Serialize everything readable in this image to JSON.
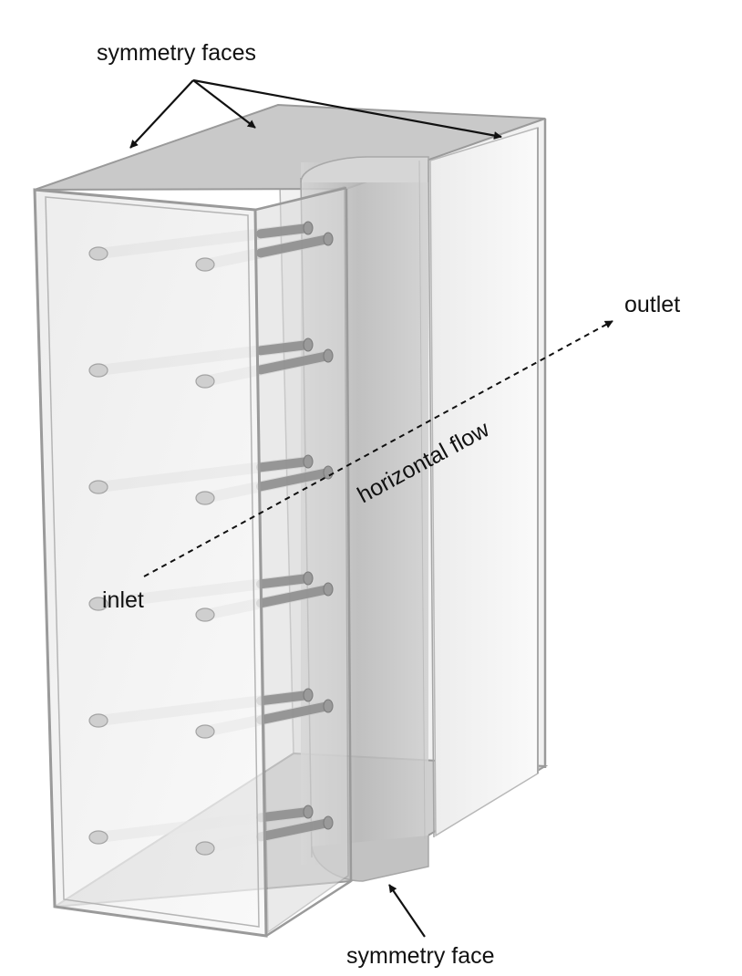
{
  "labels": {
    "symmetry_faces": "symmetry faces",
    "symmetry_face": "symmetry face",
    "outlet": "outlet",
    "inlet": "inlet",
    "horizontal_flow": "horizontal flow"
  },
  "colors": {
    "background": "#ffffff",
    "edge": "#9a9a9a",
    "face_light": "#ebebeb",
    "face_mid": "#d8d8d8",
    "face_dark": "#bdbdbd",
    "annotation": "#111111"
  }
}
